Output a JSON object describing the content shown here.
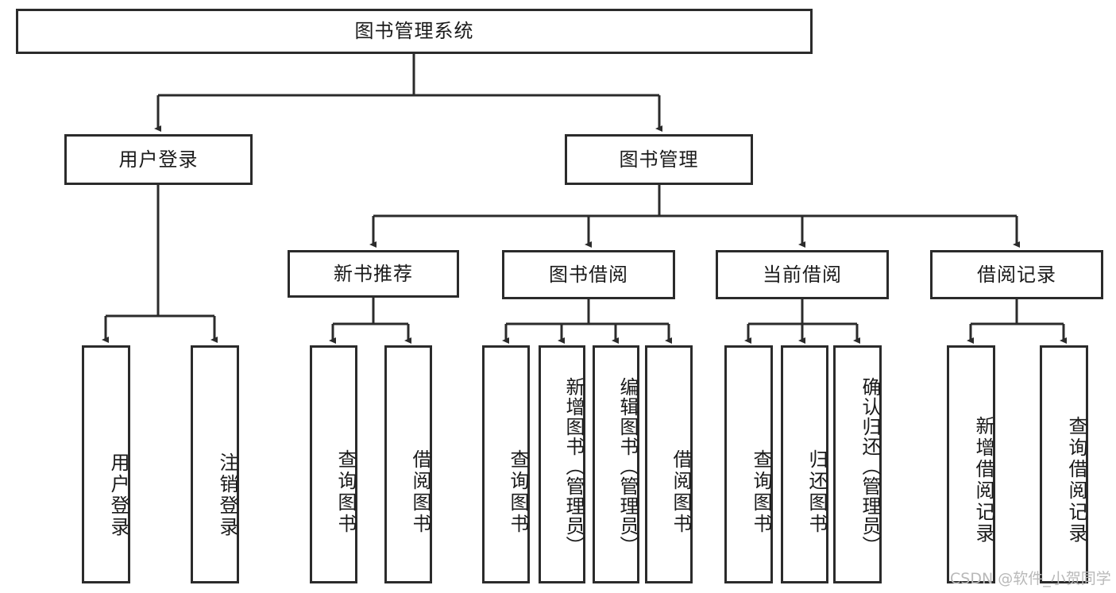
{
  "diagram": {
    "title": "图书管理系统",
    "type": "hierarchy-tree",
    "watermark": "CSDN @软件_小贺同学",
    "colors": {
      "border": "#2b2b2b",
      "background": "#ffffff",
      "text": "#1a1a1a",
      "watermark": "#b9b9b9"
    },
    "levels": {
      "root": {
        "label": "图书管理系统"
      },
      "level2": [
        {
          "label": "用户登录"
        },
        {
          "label": "图书管理"
        }
      ],
      "level3": [
        {
          "label": "新书推荐"
        },
        {
          "label": "图书借阅"
        },
        {
          "label": "当前借阅"
        },
        {
          "label": "借阅记录"
        }
      ],
      "leaves": {
        "user_login": [
          {
            "label": "用户登录"
          },
          {
            "label": "注销登录"
          }
        ],
        "new_book_recommend": [
          {
            "label": "查询图书"
          },
          {
            "label": "借阅图书"
          }
        ],
        "book_borrow": [
          {
            "label": "查询图书"
          },
          {
            "label": "新增图书（管理员）"
          },
          {
            "label": "编辑图书（管理员）"
          },
          {
            "label": "借阅图书"
          }
        ],
        "current_borrow": [
          {
            "label": "查询图书"
          },
          {
            "label": "归还图书"
          },
          {
            "label": "确认归还（管理员）"
          }
        ],
        "borrow_record": [
          {
            "label": "新增借阅记录"
          },
          {
            "label": "查询借阅记录"
          }
        ]
      }
    }
  }
}
